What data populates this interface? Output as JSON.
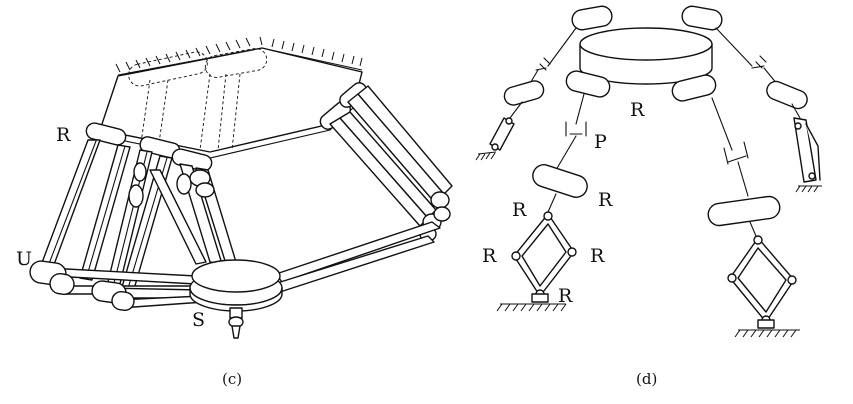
{
  "panels": [
    {
      "caption": "(c)",
      "joint_labels": [
        "R",
        "U",
        "S"
      ]
    },
    {
      "caption": "(d)",
      "joint_labels": [
        "R",
        "P",
        "R",
        "R",
        "R",
        "R",
        "R"
      ]
    }
  ]
}
